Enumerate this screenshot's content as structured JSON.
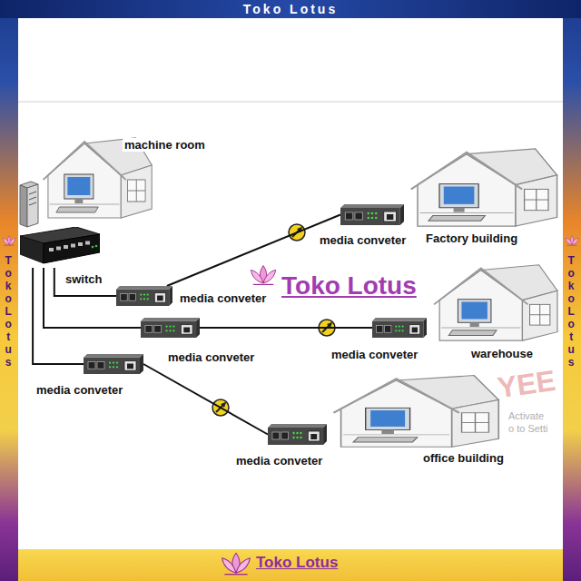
{
  "diagram": {
    "nodes": [
      {
        "text": [
          "machine room"
        ]
      },
      {
        "text": [
          "switch"
        ]
      },
      {
        "text": [
          "media conveter"
        ]
      },
      {
        "text": [
          "Factory building"
        ]
      },
      {
        "text": [
          "media conveter"
        ]
      },
      {
        "text": [
          "media conveter"
        ]
      },
      {
        "text": [
          "media conveter"
        ]
      },
      {
        "text": [
          "warehouse"
        ]
      },
      {
        "text": [
          "media conveter"
        ]
      },
      {
        "text": [
          "media conveter"
        ]
      },
      {
        "text": [
          "office building"
        ]
      }
    ],
    "edges": [
      {
        "from": 1,
        "to": 4,
        "arrow": "none"
      },
      {
        "from": 1,
        "to": 5,
        "arrow": "none"
      },
      {
        "from": 1,
        "to": 8,
        "arrow": "none"
      },
      {
        "from": 4,
        "to": 2,
        "arrow": "none"
      },
      {
        "from": 5,
        "to": 6,
        "arrow": "none"
      },
      {
        "from": 8,
        "to": 9,
        "arrow": "none"
      }
    ],
    "labels": [
      "Toko Lotus",
      "Toko Lotus",
      "Toko Lotus",
      "Toko Lotus",
      "YEE",
      "Activate",
      "o to Setti",
      "Toko Lotus"
    ]
  }
}
